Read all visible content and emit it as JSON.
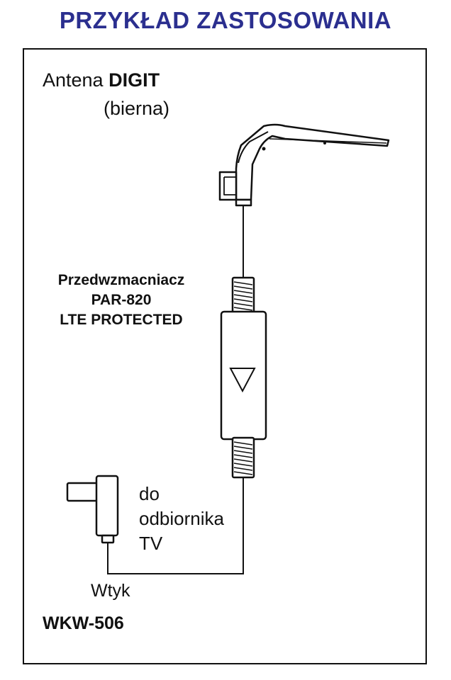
{
  "title": "PRZYKŁAD ZASTOSOWANIA",
  "colors": {
    "title": "#2b2f8f",
    "line": "#111111"
  },
  "antenna": {
    "label_prefix": "Antena",
    "label_bold": "DIGIT",
    "subtitle": "(bierna)"
  },
  "amplifier": {
    "lines": [
      "Przedwzmacniacz",
      "PAR-820",
      "LTE PROTECTED"
    ]
  },
  "destination": {
    "lines": [
      "do",
      "odbiornika",
      "TV"
    ]
  },
  "plug": {
    "label": "Wtyk",
    "model": "WKW-506"
  }
}
